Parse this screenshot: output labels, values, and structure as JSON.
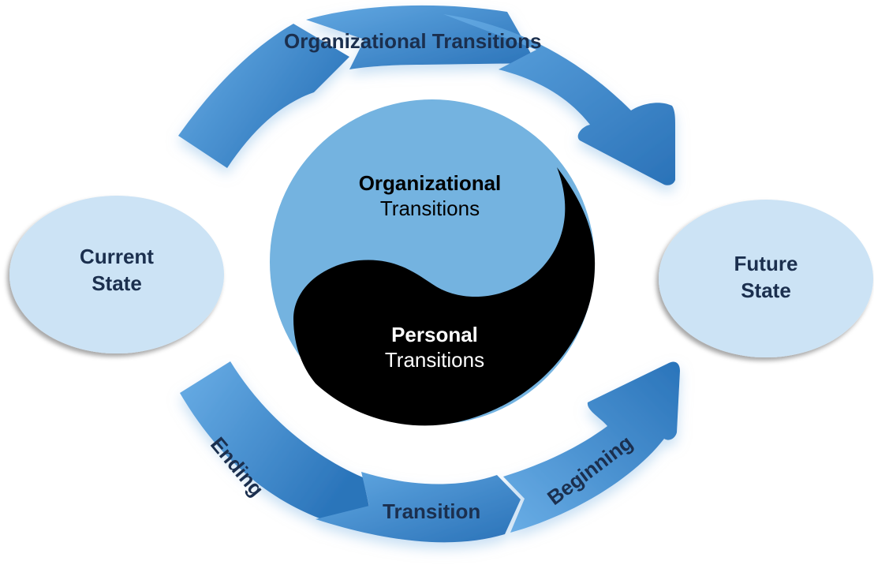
{
  "diagram": {
    "top_arc": {
      "label": "Organizational Transitions",
      "segments": 3,
      "direction": "clockwise, left to right"
    },
    "bottom_arc": {
      "segments": [
        {
          "label": "Ending"
        },
        {
          "label": "Transition"
        },
        {
          "label": "Beginning"
        }
      ],
      "direction": "left to right, pointing up to Future State"
    },
    "left_node": {
      "line1": "Current",
      "line2": "State"
    },
    "right_node": {
      "line1": "Future",
      "line2": "State"
    },
    "center": {
      "upper": {
        "bold": "Organizational",
        "regular": "Transitions"
      },
      "lower": {
        "bold": "Personal",
        "regular": "Transitions"
      }
    }
  },
  "colors": {
    "arrow_light": "#6AAEE6",
    "arrow_dark": "#2A74BA",
    "node_fill": "#CCE3F5",
    "text_navy": "#1B2F4E",
    "yin_blue": "#74B3E0",
    "yang_black": "#000000"
  }
}
